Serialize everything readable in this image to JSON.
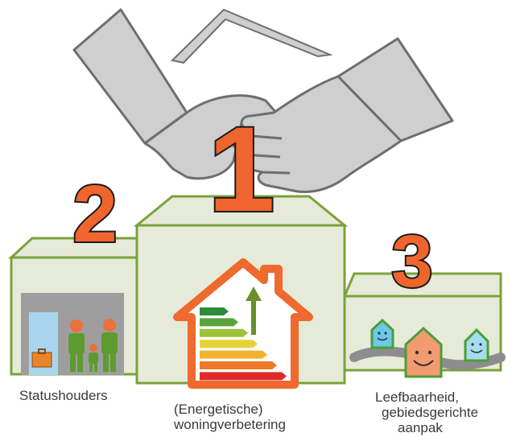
{
  "podium": {
    "first": {
      "rank": "1",
      "label_line1": "(Energetische)",
      "label_line2": "woningverbetering"
    },
    "second": {
      "rank": "2",
      "label": "Statushouders"
    },
    "third": {
      "rank": "3",
      "label_line1": "Leefbaarheid,",
      "label_line2": "gebiedsgerichte",
      "label_line3": "aanpak"
    }
  },
  "colors": {
    "podium_fill": "#e6ead8",
    "podium_stroke": "#7aa23a",
    "rank_fill": "#f0652d",
    "rank_stroke": "#1c1c1c",
    "hands": "#cfcfcf",
    "hands_stroke": "#6e6e6e",
    "house_outline": "#ee6a2e",
    "arrow": "#6b8f2a"
  },
  "energy_label_colors": [
    "#2e8b3a",
    "#5aa53b",
    "#9cc33b",
    "#e6d333",
    "#f3b22d",
    "#ee7a29",
    "#e0292b"
  ]
}
